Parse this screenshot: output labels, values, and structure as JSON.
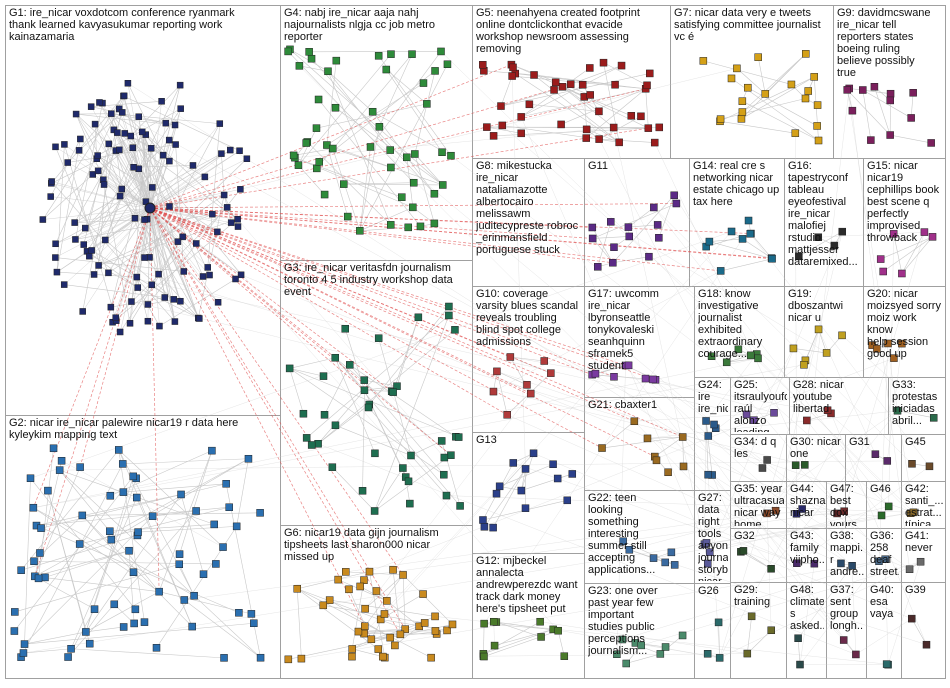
{
  "colors": {
    "box_border": "#a0a0a0",
    "edge": "#c8c8c8",
    "hub_edge": "#e05050",
    "node_outline": "#222222"
  },
  "groups": [
    {
      "id": "G1",
      "text": "G1: ire_nicar voxdotcom conference ryanmark\nthank learned kavyasukumar reporting work\nkainazamaria",
      "color": "#1f2a6b",
      "node_count": 120
    },
    {
      "id": "G2",
      "text": "G2: nicar ire_nicar palewire nicar19 r data here\nkyleykim mapping text",
      "color": "#2a6fb0",
      "node_count": 70
    },
    {
      "id": "G3",
      "text": "G3: ire_nicar veritasfdn journalism\ntoronto 4 5 industry workshop data\nevent",
      "color": "#1e6e50",
      "node_count": 40
    },
    {
      "id": "G4",
      "text": "G4: nabj ire_nicar aaja nahj\nnajournalists nlgja cc job metro\nreporter",
      "color": "#2e8b3a",
      "node_count": 50
    },
    {
      "id": "G5",
      "text": "G5: neenahyena created footprint\nonline dontclickonthat evacide\nworkshop newsroom assessing\nremoving",
      "color": "#9b1c1c",
      "node_count": 40
    },
    {
      "id": "G6",
      "text": "G6: nicar19 data gijn journalism\ntipsheets last sharon000 nicar\nmissed up",
      "color": "#c98a1e",
      "node_count": 40
    },
    {
      "id": "G7",
      "text": "G7: nicar data very e tweets\nsatisfying committee journalist\nvc é",
      "color": "#d4a017",
      "node_count": 20
    },
    {
      "id": "G8",
      "text": "G8: mikestucka\nire_nicar\nnataliamazotte\nalbertocairo\nmelissawm\njuditecypreste robroc\n_erinmansfield\nportuguese stuck",
      "color": "#8a1538",
      "node_count": 0
    },
    {
      "id": "G9",
      "text": "G9: davidmcswane\nire_nicar tell\nreporters states\nboeing ruling\nbelieve possibly\ntrue",
      "color": "#7a1f5c",
      "node_count": 12
    },
    {
      "id": "G10",
      "text": "G10: coverage\nvarsity blues scandal\nreveals troubling\nblind spot college\nadmissions",
      "color": "#b03a3a",
      "node_count": 8
    },
    {
      "id": "G11",
      "text": "G11",
      "color": "#5b2a86",
      "node_count": 14
    },
    {
      "id": "G12",
      "text": "G12: mjbeckel\nannalecta\nandrewperezdc want\ntrack dark money\nhere's tipsheet put",
      "color": "#4a7a2a",
      "node_count": 12
    },
    {
      "id": "G13",
      "text": "G13",
      "color": "#2a3f8a",
      "node_count": 14
    },
    {
      "id": "G14",
      "text": "G14: real cre s\nnetworking nicar\nestate chicago up\ntax here",
      "color": "#1a6a8a",
      "node_count": 10
    },
    {
      "id": "G15",
      "text": "G15: nicar\nnicar19\ncephillips book\nbest scene q\nperfectly\nimprovised\nthrowback",
      "color": "#a0308a",
      "node_count": 6
    },
    {
      "id": "G16",
      "text": "G16:\ntapestryconf\ntableau\neyeofestival\nire_nicar\nmalofiej\nrstudio\nmattjesser\ndataremixed...",
      "color": "#2a2a2a",
      "node_count": 4
    },
    {
      "id": "G17",
      "text": "G17: uwcomm\nire_nicar\nlbyronseattle\ntonykovaleski\nseanhquinn\nsframek5\nstudent",
      "color": "#7a3aa0",
      "node_count": 8
    },
    {
      "id": "G18",
      "text": "G18: know\ninvestigative\njournalist\nexhibited\nextraordinary\ncourage...",
      "color": "#3a7a3a",
      "node_count": 6
    },
    {
      "id": "G19",
      "text": "G19: dboszantwi\nnicar u",
      "color": "#c0a020",
      "node_count": 6
    },
    {
      "id": "G20",
      "text": "G20: nicar\nmoizsyed sorry\nmoiz work know\nhelp session\ngood up",
      "color": "#a06020",
      "node_count": 5
    },
    {
      "id": "G21",
      "text": "G21: cbaxter1",
      "color": "#9a6a20",
      "node_count": 8
    },
    {
      "id": "G22",
      "text": "G22: teen\nlooking\nsomething\ninteresting\nsummer still\naccepting\napplications...",
      "color": "#3a6aa0",
      "node_count": 6
    },
    {
      "id": "G23",
      "text": "G23: one over\npast year few\nimportant\nstudies public\nperceptions\njournalism...",
      "color": "#4a8a6a",
      "node_count": 8
    },
    {
      "id": "G24",
      "text": "G24: ire\nire_nicar",
      "color": "#2a5a8a",
      "node_count": 6
    },
    {
      "id": "G25",
      "text": "G25:\nitsraulyoufool\nraúl alonzo\nleading session...",
      "color": "#6a4a9a",
      "node_count": 3
    },
    {
      "id": "G26",
      "text": "G26",
      "color": "#2a6a6a",
      "node_count": 3
    },
    {
      "id": "G27",
      "text": "G27: data\nright tools\nanyone\njournalist\nstorybench\nnicar\nthanks...",
      "color": "#5a5a9a",
      "node_count": 4
    },
    {
      "id": "G28",
      "text": "G28: nicar\nyoutube\nlibertad",
      "color": "#8a2a2a",
      "node_count": 3
    },
    {
      "id": "G29",
      "text": "G29:\ntraining",
      "color": "#6a6a2a",
      "node_count": 3
    },
    {
      "id": "G30",
      "text": "G30: nicar\none",
      "color": "#2a5a2a",
      "node_count": 2
    },
    {
      "id": "G31",
      "text": "G31",
      "color": "#5a2a6a",
      "node_count": 2
    },
    {
      "id": "G32",
      "text": "G32",
      "color": "#2a4a2a",
      "node_count": 3
    },
    {
      "id": "G33",
      "text": "G33:\nprotestas\niniciadas\nabril...",
      "color": "#2a6a4a",
      "node_count": 2
    },
    {
      "id": "G34",
      "text": "G34: d q\nles",
      "color": "#4a4a4a",
      "node_count": 2
    },
    {
      "id": "G35",
      "text": "G35: year\nultracasual\nnicar way\nhome...",
      "color": "#8a4a2a",
      "node_count": 2
    },
    {
      "id": "G36",
      "text": "G36: 258\ndeaf\nstreet...",
      "color": "#4a6a8a",
      "node_count": 2
    },
    {
      "id": "G37",
      "text": "G37:\nsent\ngroup\nlongh...",
      "color": "#6a2a4a",
      "node_count": 2
    },
    {
      "id": "G38",
      "text": "G38:\nmappi...\nr\nandre...",
      "color": "#2a4a6a",
      "node_count": 2
    },
    {
      "id": "G39",
      "text": "G39",
      "color": "#4a2a2a",
      "node_count": 2
    },
    {
      "id": "G40",
      "text": "G40:\nesa\nvaya",
      "color": "#2a6a6a",
      "node_count": 2
    },
    {
      "id": "G41",
      "text": "G41:\nnever",
      "color": "#6a6a6a",
      "node_count": 2
    },
    {
      "id": "G42",
      "text": "G42:\nsanti_...\nestrat...\ntípica...",
      "color": "#8a6a2a",
      "node_count": 2
    },
    {
      "id": "G43",
      "text": "G43:\nfamily\nviipho...",
      "color": "#4a2a6a",
      "node_count": 2
    },
    {
      "id": "G44",
      "text": "G44:\nshazna\nnicar",
      "color": "#2a2a6a",
      "node_count": 2
    },
    {
      "id": "G45",
      "text": "G45",
      "color": "#6a4a2a",
      "node_count": 2
    },
    {
      "id": "G46",
      "text": "G46",
      "color": "#2a6a2a",
      "node_count": 2
    },
    {
      "id": "G47",
      "text": "G47:\nbest\ndox\nyours...",
      "color": "#6a2a2a",
      "node_count": 2
    },
    {
      "id": "G48",
      "text": "G48:\nclimate\ns\nasked...",
      "color": "#2a4a4a",
      "node_count": 2
    }
  ]
}
